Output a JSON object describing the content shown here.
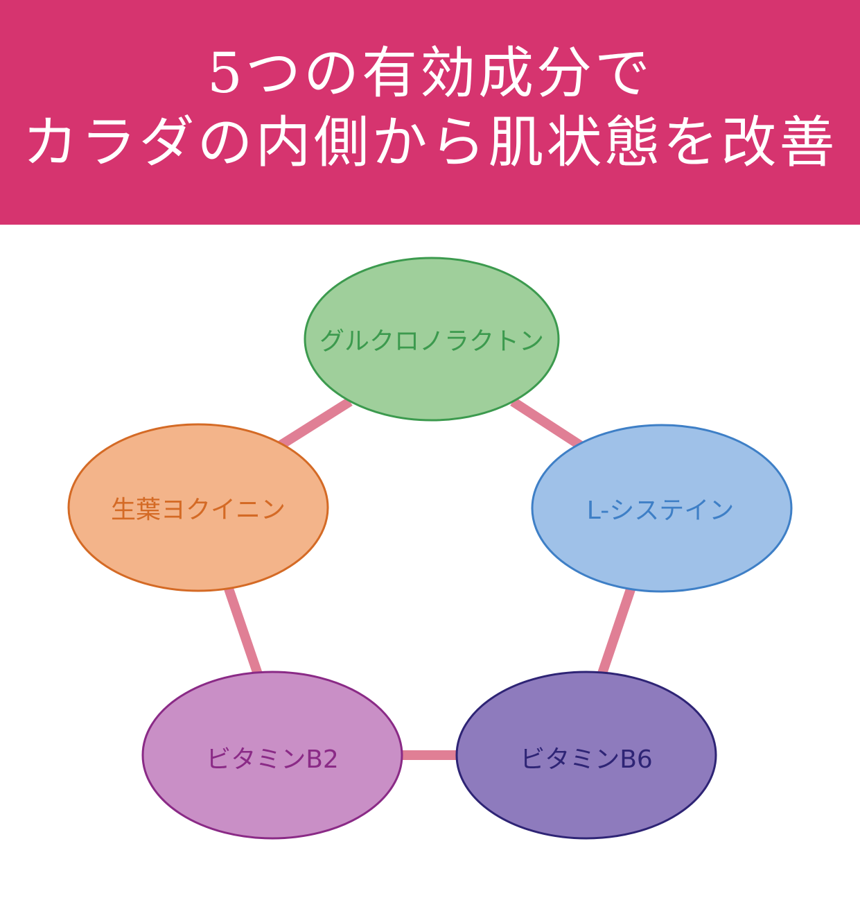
{
  "header": {
    "line1": "5つの有効成分で",
    "line2": "カラダの内側から肌状態を改善",
    "background_color": "#d6346f",
    "text_color": "#ffffff"
  },
  "diagram": {
    "connector_color": "#e07f95",
    "nodes": [
      {
        "id": "glucuronolactone",
        "label": "グルクロノラクトン",
        "fill": "#9fcf9b",
        "stroke": "#3c9a4e",
        "text_color": "#3c9a4e"
      },
      {
        "id": "l-cysteine",
        "label": "L-システイン",
        "fill": "#9fc1e8",
        "stroke": "#3e7fc6",
        "text_color": "#3e7fc6"
      },
      {
        "id": "vitamin-b6",
        "label": "ビタミンB6",
        "fill": "#8e7bbd",
        "stroke": "#2e2475",
        "text_color": "#2e2475"
      },
      {
        "id": "vitamin-b2",
        "label": "ビタミンB2",
        "fill": "#c98fc6",
        "stroke": "#8a2a86",
        "text_color": "#8a2a86"
      },
      {
        "id": "coix-seed",
        "label": "生葉ヨクイニン",
        "fill": "#f3b48a",
        "stroke": "#d46a25",
        "text_color": "#d46a25"
      }
    ]
  }
}
